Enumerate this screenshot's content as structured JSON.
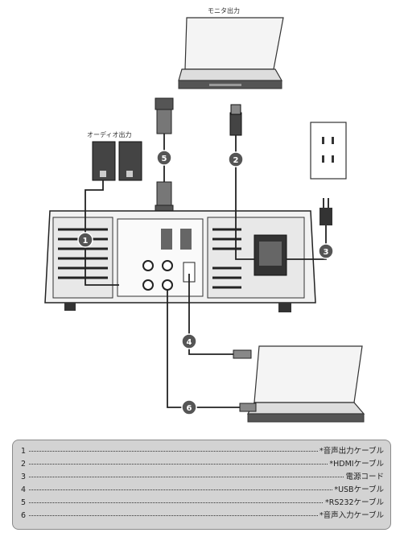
{
  "labels": {
    "monitor_output": "モニタ出力",
    "audio_output": "オーディオ出力"
  },
  "badges": [
    "1",
    "2",
    "3",
    "4",
    "5",
    "6"
  ],
  "legend": [
    {
      "num": "1",
      "text": "*音声出力ケーブル"
    },
    {
      "num": "2",
      "text": "*HDMIケーブル"
    },
    {
      "num": "3",
      "text": "電源コード"
    },
    {
      "num": "4",
      "text": "*USBケーブル"
    },
    {
      "num": "5",
      "text": "*RS232ケーブル"
    },
    {
      "num": "6",
      "text": "*音声入力ケーブル"
    }
  ]
}
